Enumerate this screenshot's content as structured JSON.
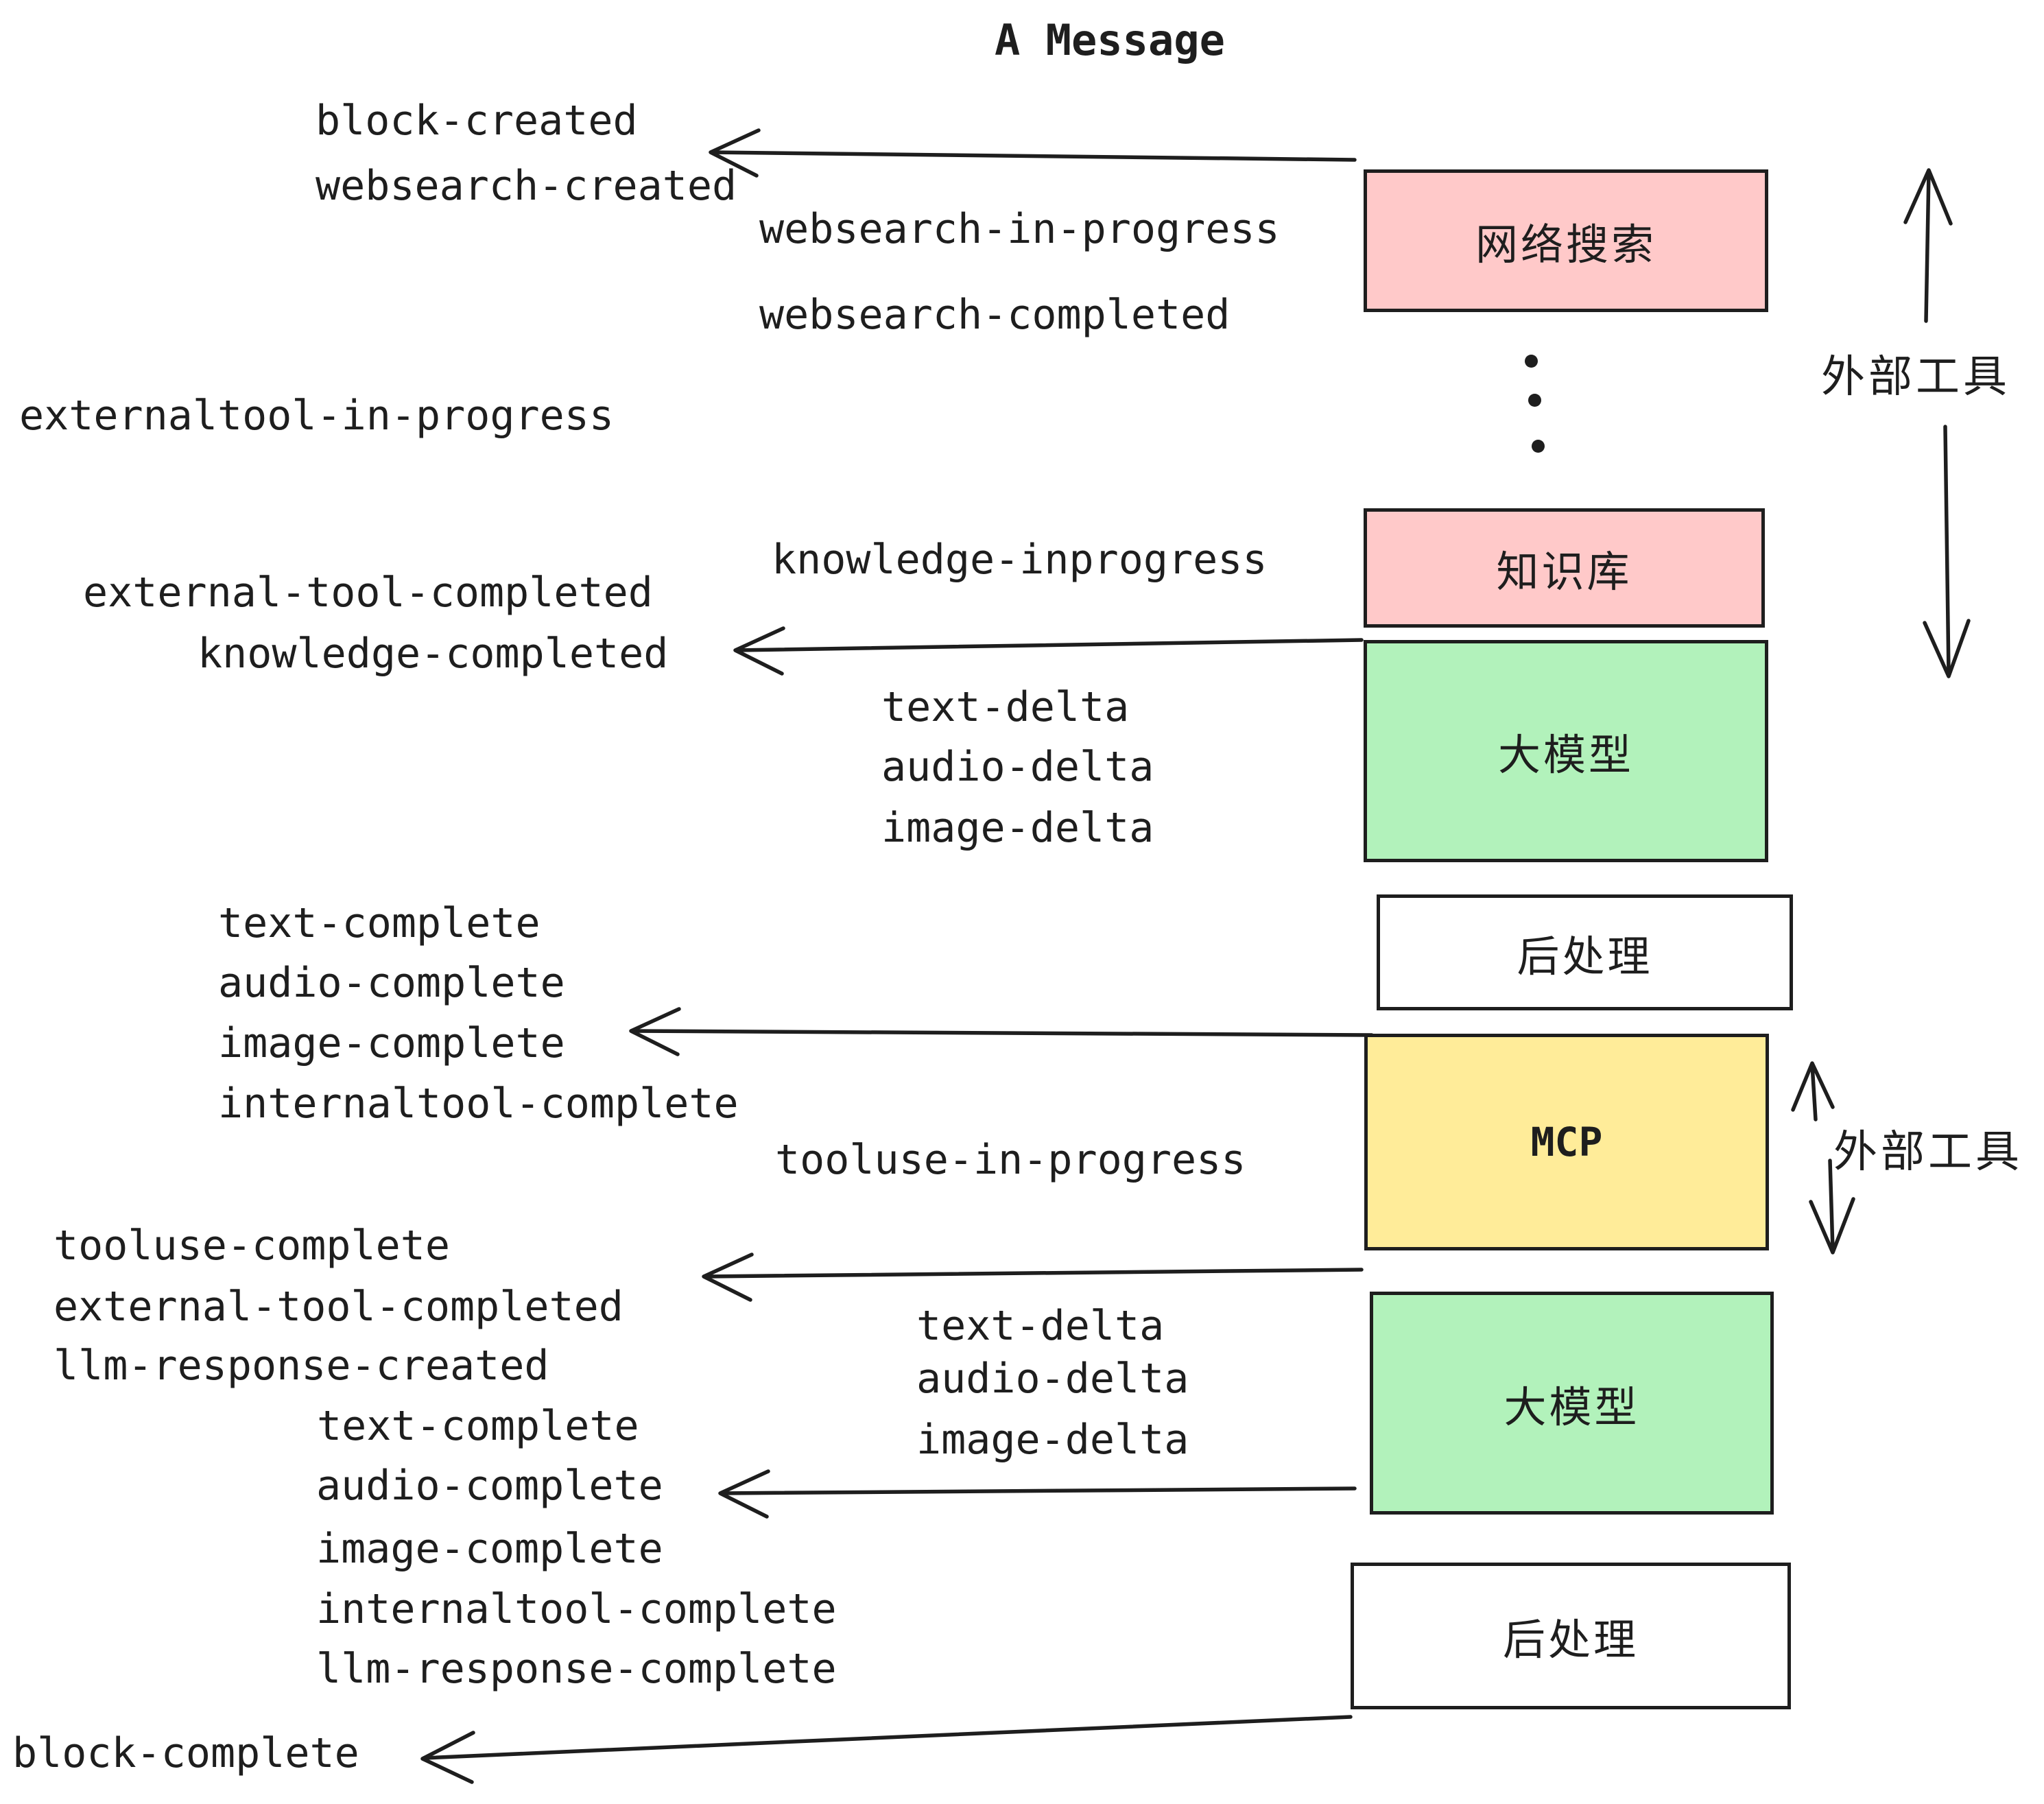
{
  "title": "A Message",
  "colors": {
    "ink": "#1e1e1e",
    "pink": "#ffc9c9",
    "green": "#b2f2bb",
    "yellow": "#ffec99"
  },
  "boxes": {
    "websearch": {
      "label": "网络搜索",
      "fill": "#ffc9c9"
    },
    "knowledge": {
      "label": "知识库",
      "fill": "#ffc9c9"
    },
    "llm": {
      "label": "大模型",
      "fill": "#b2f2bb"
    },
    "postprocess": {
      "label": "后处理",
      "fill": "#ffffff"
    },
    "mcp": {
      "label": "MCP",
      "fill": "#ffec99"
    }
  },
  "side": {
    "external_tools": "外部工具"
  },
  "icons": {
    "ellipsis": "vertical-ellipsis-icon"
  },
  "events": {
    "block_created": "block-created",
    "websearch_created": "websearch-created",
    "websearch_in_progress": "websearch-in-progress",
    "websearch_completed": "websearch-completed",
    "externaltool_in_progress": "externaltool-in-progress",
    "knowledge_inprogress": "knowledge-inprogress",
    "external_tool_completed": "external-tool-completed",
    "knowledge_completed": "knowledge-completed",
    "text_delta": "text-delta",
    "audio_delta": "audio-delta",
    "image_delta": "image-delta",
    "text_complete": "text-complete",
    "audio_complete": "audio-complete",
    "image_complete": "image-complete",
    "internaltool_complete": "internaltool-complete",
    "tooluse_in_progress": "tooluse-in-progress",
    "tooluse_complete": "tooluse-complete",
    "llm_response_created": "llm-response-created",
    "llm_response_complete": "llm-response-complete",
    "block_complete": "block-complete"
  }
}
